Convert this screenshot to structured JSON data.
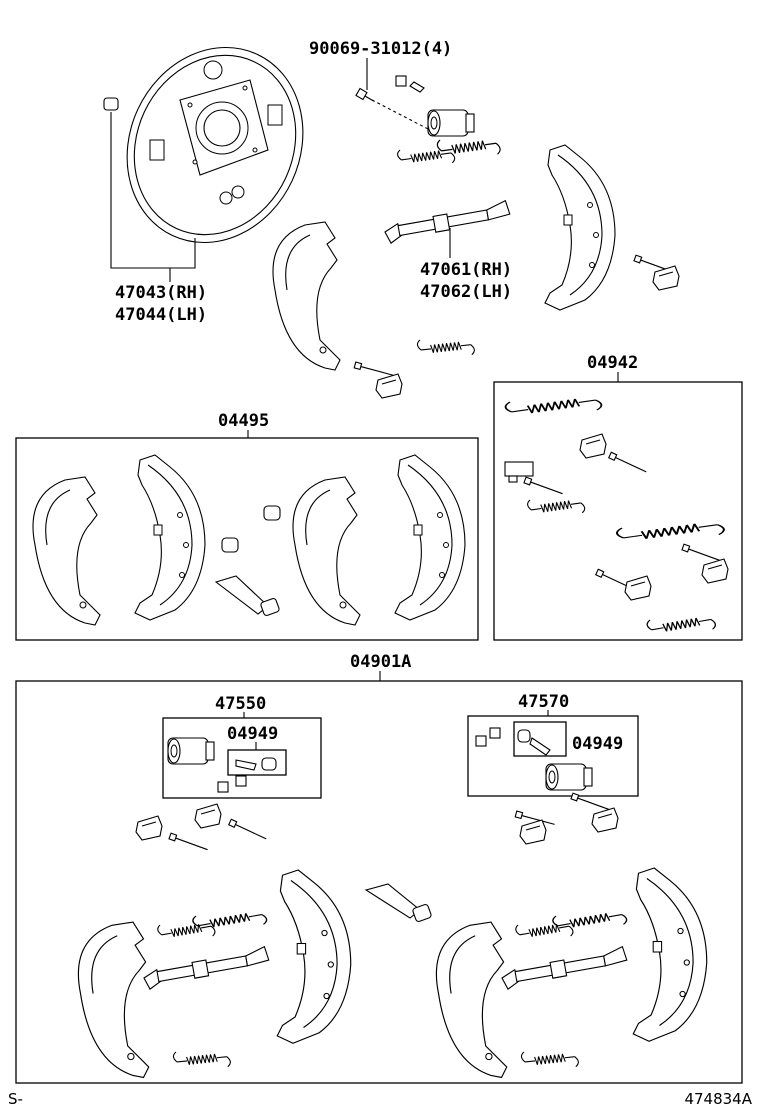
{
  "labels": {
    "bolt_with_qty": "90069-31012(4)",
    "plate_rh": "47043(RH)",
    "plate_lh": "47044(LH)",
    "adjuster_rh": "47061(RH)",
    "adjuster_lh": "47062(LH)",
    "shoe_kit": "04495",
    "hardware_kit": "04942",
    "brake_assy_kit": "04901A",
    "cylinder_left": "47550",
    "repair_kit_left": "04949",
    "cylinder_right": "47570",
    "repair_kit_right": "04949"
  },
  "footer": {
    "left_code": "S-",
    "drawing_number": "474834A"
  }
}
